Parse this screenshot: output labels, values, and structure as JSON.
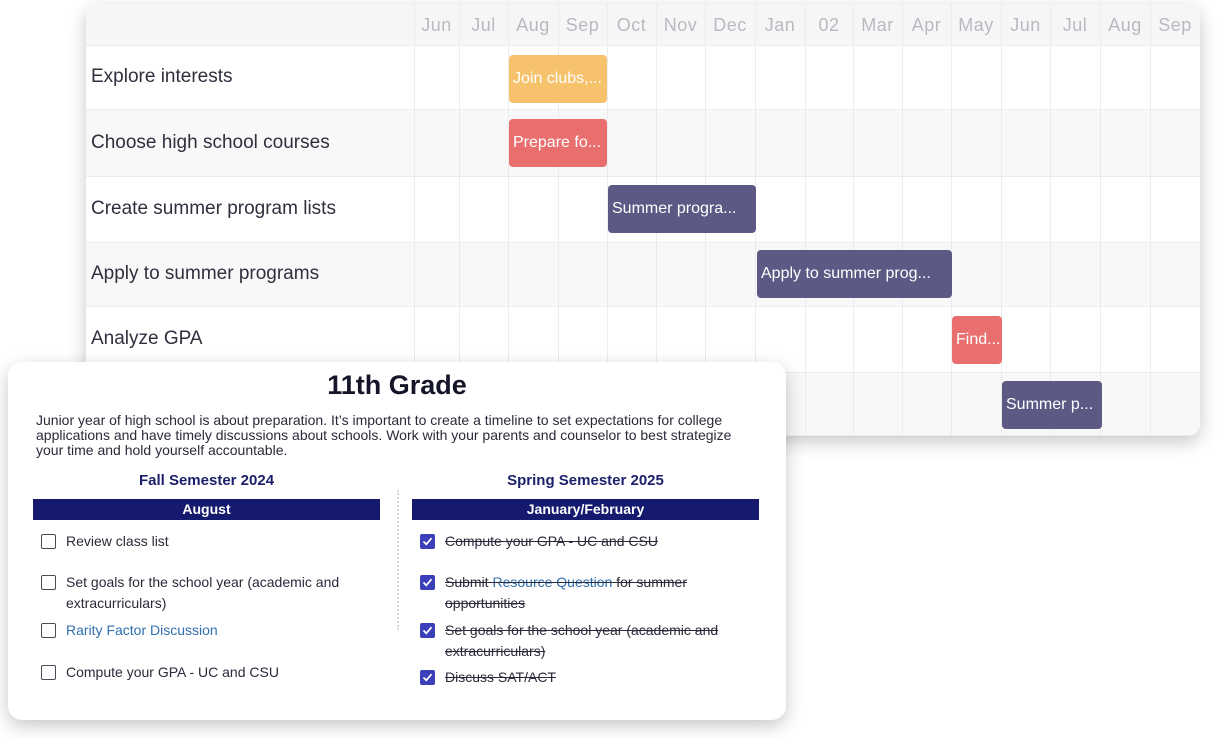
{
  "gantt": {
    "months": [
      "Jun",
      "Jul",
      "Aug",
      "Sep",
      "Oct",
      "Nov",
      "Dec",
      "Jan",
      "02",
      "Mar",
      "Apr",
      "May",
      "Jun",
      "Jul",
      "Aug",
      "Sep"
    ],
    "rows": [
      {
        "label": "Explore interests",
        "bar": "Join clubs,...",
        "color": "#f6c26c"
      },
      {
        "label": "Choose high school courses",
        "bar": "Prepare fo...",
        "color": "#e96f6f"
      },
      {
        "label": "Create summer program lists",
        "bar": "Summer progra...",
        "color": "#5c5a85"
      },
      {
        "label": "Apply to summer programs",
        "bar": "Apply to summer prog...",
        "color": "#5c5a85"
      },
      {
        "label": "Analyze GPA",
        "bar": "Find...",
        "color": "#e96f6f"
      },
      {
        "label": "",
        "bar": "Summer p...",
        "color": "#5c5a85"
      }
    ]
  },
  "grade": {
    "title": "11th Grade",
    "intro": "Junior year of high school is about preparation. It’s important to create a timeline to set expectations for college applications and have timely discussions about schools. Work with your parents and counselor to best strategize your time and hold yourself accountable.",
    "fall": {
      "title": "Fall Semester 2024",
      "month": "August",
      "tasks": [
        {
          "text": "Review class list"
        },
        {
          "text": "Set goals for the school year (academic and extracurriculars)"
        },
        {
          "text": "Rarity Factor Discussion"
        },
        {
          "text": "Compute your GPA - UC and CSU"
        }
      ]
    },
    "spring": {
      "title": "Spring Semester 2025",
      "month": "January/February",
      "tasks": [
        {
          "text": "Compute your GPA - UC and CSU"
        },
        {
          "pre": "Submit ",
          "link": "Resource Question",
          "post": " for summer opportunities"
        },
        {
          "text": "Set goals for the school year (academic and extracurriculars)"
        },
        {
          "text": "Discuss SAT/ACT"
        }
      ]
    }
  },
  "colors": {
    "navy": "#161a6e",
    "check": "#3b3fb8",
    "link": "#2f6fb0"
  }
}
